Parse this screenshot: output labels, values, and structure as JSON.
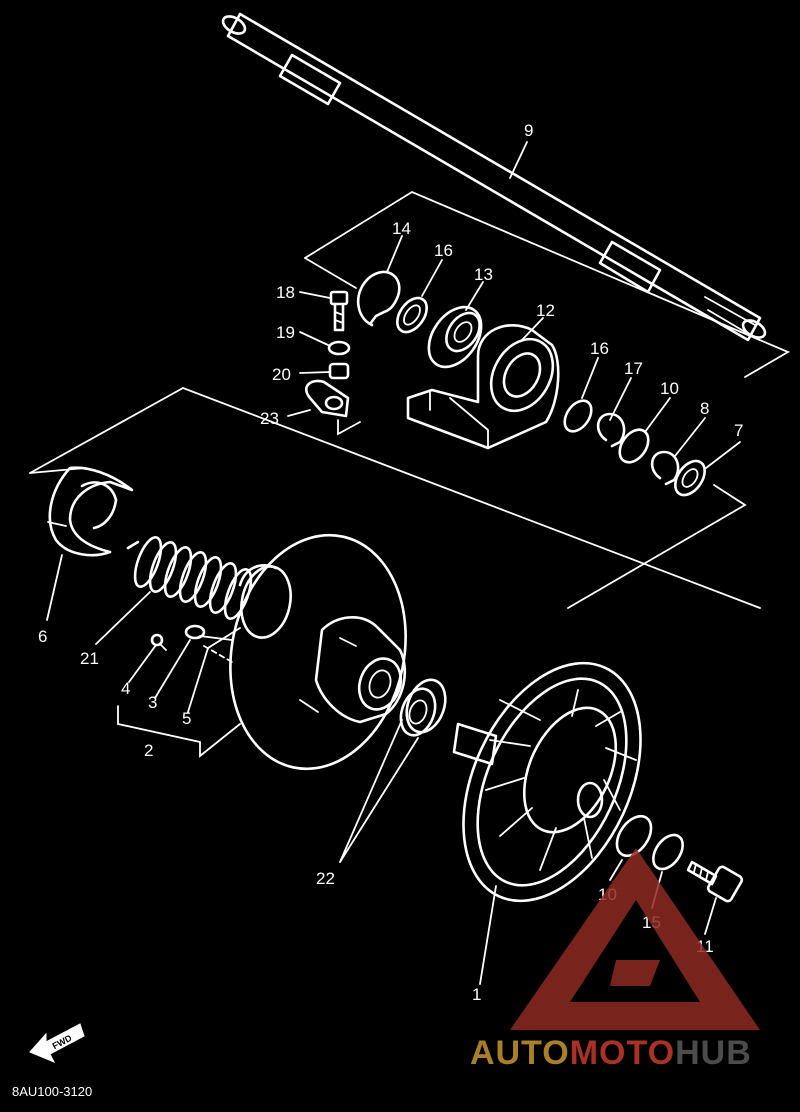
{
  "diagram": {
    "drawing_code": "8AU100-3120",
    "direction_badge": "FWD",
    "part_labels": [
      "1",
      "2",
      "3",
      "4",
      "5",
      "6",
      "7",
      "8",
      "9",
      "10",
      "10",
      "11",
      "12",
      "13",
      "14",
      "15",
      "16",
      "16",
      "17",
      "18",
      "19",
      "20",
      "21",
      "22",
      "23"
    ]
  },
  "watermark": {
    "brand_auto": "AUTO",
    "brand_moto": "MOTO",
    "brand_hub": "HUB",
    "colors": {
      "auto": "#c8962e",
      "moto": "#c93a2c",
      "hub": "#5a5a5a",
      "logo": "#8e2a22"
    }
  }
}
